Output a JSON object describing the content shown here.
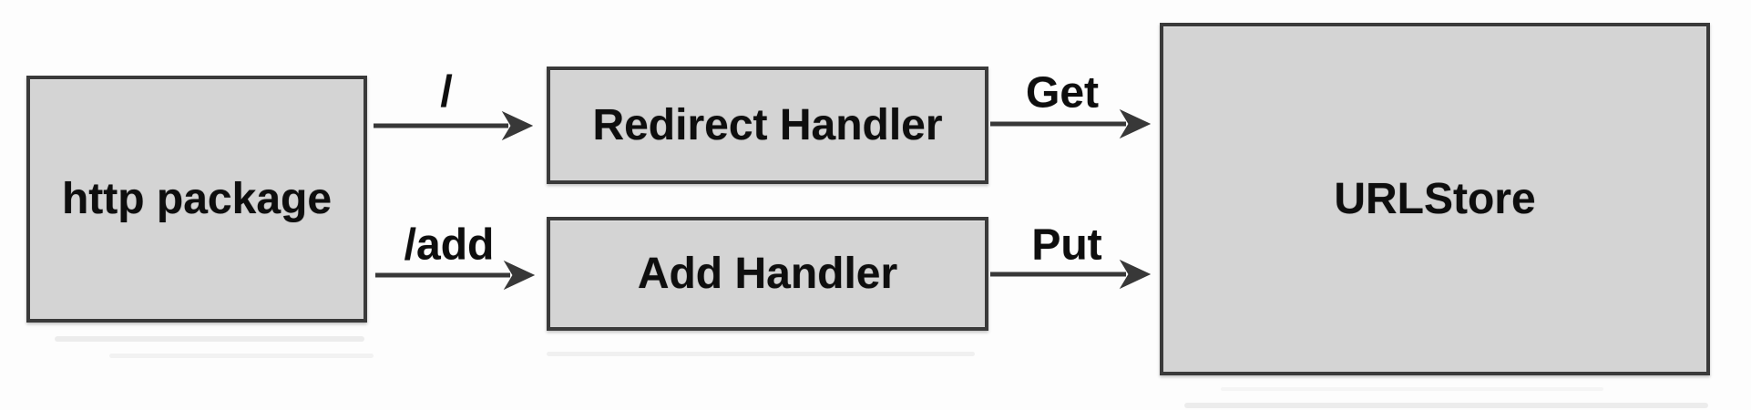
{
  "colors": {
    "background": "#fdfdfd",
    "box_fill": "#d4d4d4",
    "box_border": "#3a3a3a",
    "arrow": "#383838",
    "text": "#0e0e0e"
  },
  "nodes": {
    "http_package": {
      "label": "http package"
    },
    "redirect_handler": {
      "label": "Redirect Handler"
    },
    "add_handler": {
      "label": "Add Handler"
    },
    "urlstore": {
      "label": "URLStore"
    }
  },
  "edges": {
    "root": {
      "label": "/",
      "from": "http package",
      "to": "Redirect Handler"
    },
    "add": {
      "label": "/add",
      "from": "http package",
      "to": "Add Handler"
    },
    "get": {
      "label": "Get",
      "from": "Redirect Handler",
      "to": "URLStore"
    },
    "put": {
      "label": "Put",
      "from": "Add Handler",
      "to": "URLStore"
    }
  }
}
